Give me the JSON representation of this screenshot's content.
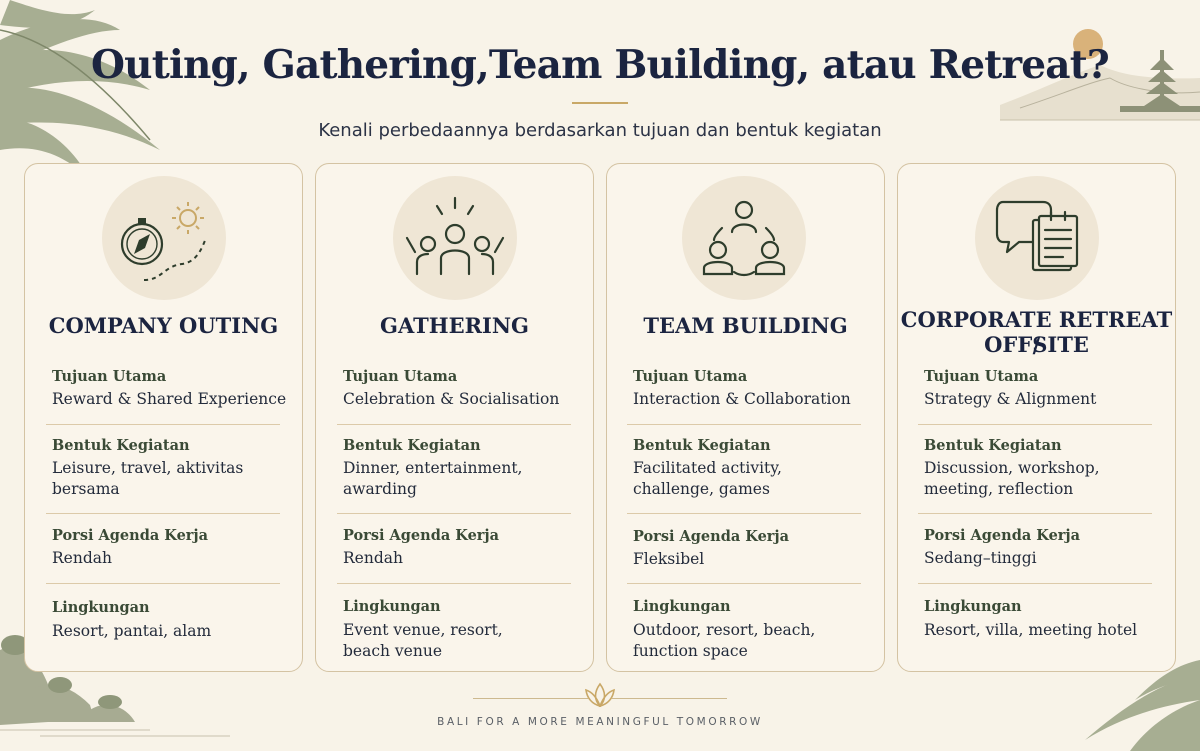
{
  "header": {
    "title": "Outing, Gathering,Team Building, atau Retreat?",
    "subtitle": "Kenali perbedaannya berdasarkan tujuan dan bentuk kegiatan"
  },
  "labels": {
    "goal": "Tujuan Utama",
    "activity": "Bentuk Kegiatan",
    "agenda": "Porsi Agenda Kerja",
    "environment": "Lingkungan"
  },
  "cards": [
    {
      "icon": "compass-sun-icon",
      "title_lines": [
        "COMPANY OUTING"
      ],
      "goal": [
        "Reward & Shared Experience"
      ],
      "activity": [
        "Leisure, travel, aktivitas bersama"
      ],
      "agenda": [
        "Rendah"
      ],
      "environment": [
        "Resort, pantai, alam"
      ]
    },
    {
      "icon": "celebrating-people-icon",
      "title_lines": [
        "GATHERING"
      ],
      "goal": [
        "Celebration & Socialisation"
      ],
      "activity": [
        "Dinner, entertainment,",
        "awarding"
      ],
      "agenda": [
        "Rendah"
      ],
      "environment": [
        "Event venue, resort,",
        "beach venue"
      ]
    },
    {
      "icon": "team-circle-icon",
      "title_lines": [
        "TEAM BUILDING"
      ],
      "goal": [
        "Interaction & Collaboration"
      ],
      "activity": [
        "Facilitated activity,",
        "challenge, games"
      ],
      "agenda": [
        "Fleksibel"
      ],
      "environment": [
        "Outdoor, resort, beach,",
        "function space"
      ]
    },
    {
      "icon": "chat-document-icon",
      "title_lines": [
        "CORPORATE RETREAT /",
        "OFFSITE"
      ],
      "goal": [
        "Strategy & Alignment"
      ],
      "activity": [
        "Discussion, workshop,",
        "meeting, reflection"
      ],
      "agenda": [
        "Sedang–tinggi"
      ],
      "environment": [
        "Resort, villa, meeting hotel"
      ]
    }
  ],
  "footer": {
    "tagline": "BALI FOR A MORE MEANINGFUL TOMORROW",
    "icon": "lotus-icon"
  },
  "colors": {
    "background": "#f8f3e8",
    "title": "#1b2440",
    "accent_gold": "#c9a867",
    "icon_stroke": "#2e3d2c",
    "label_green": "#3a4a36",
    "card_border": "#d4c3a3",
    "palm": "#9aa284"
  }
}
